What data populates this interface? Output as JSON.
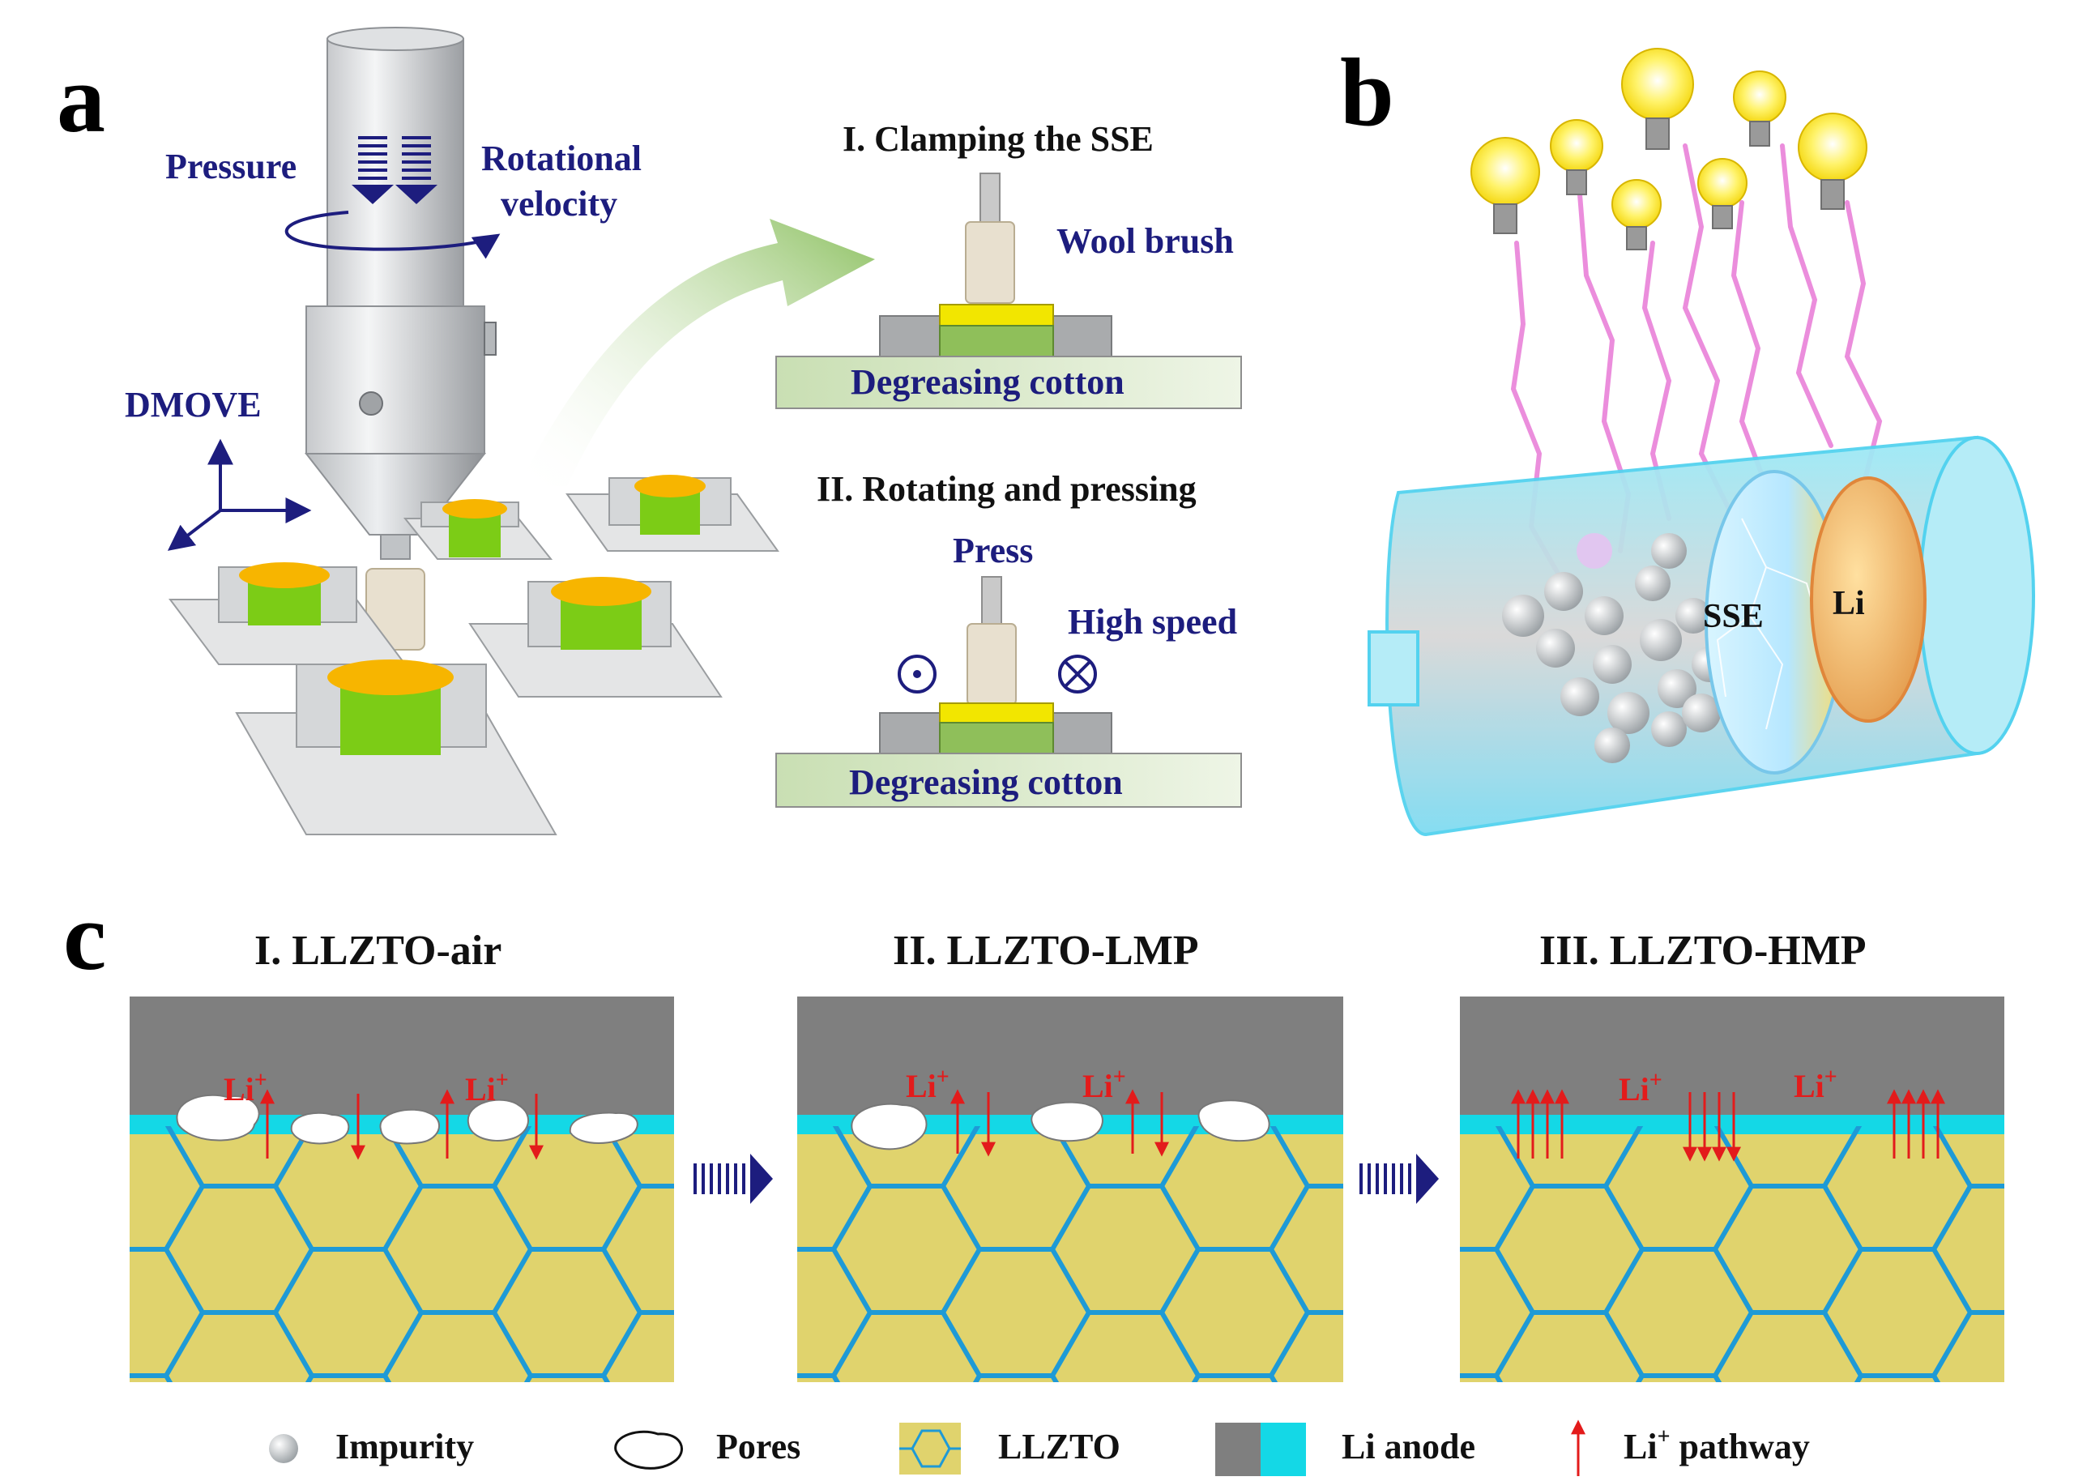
{
  "panels": {
    "a": {
      "letter": "a",
      "pressure": "Pressure",
      "rotational_velocity_1": "Rotational",
      "rotational_velocity_2": "velocity",
      "dmove": "DMOVE",
      "step1_title": "I. Clamping the SSE",
      "wool_brush": "Wool brush",
      "degreasing_cotton_1": "Degreasing cotton",
      "step2_title": "II. Rotating and pressing",
      "press": "Press",
      "high_speed": "High speed",
      "degreasing_cotton_2": "Degreasing cotton"
    },
    "b": {
      "letter": "b",
      "sse": "SSE",
      "li": "Li"
    },
    "c": {
      "letter": "c",
      "stage1_title": "I. LLZTO-air",
      "stage2_title": "II. LLZTO-LMP",
      "stage3_title": "III. LLZTO-HMP",
      "li_plus": "Li",
      "sup_plus": "+"
    }
  },
  "legend": {
    "impurity": "Impurity",
    "pores": "Pores",
    "llzto": "LLZTO",
    "li_anode": "Li anode",
    "li_pathway": "Li",
    "li_pathway_sup": "+",
    "li_pathway_rest": " pathway"
  },
  "colors": {
    "navy_text": "#1d1d7e",
    "li_metal": "#7f7f7f",
    "interlayer": "#14d8e6",
    "llzto_fill": "#e0d36d",
    "grain_boundary": "#1e9ad6",
    "arrow_red": "#e31b1b",
    "sse_yellow": "#f2e600",
    "cotton_green": "#8fbf5a"
  }
}
